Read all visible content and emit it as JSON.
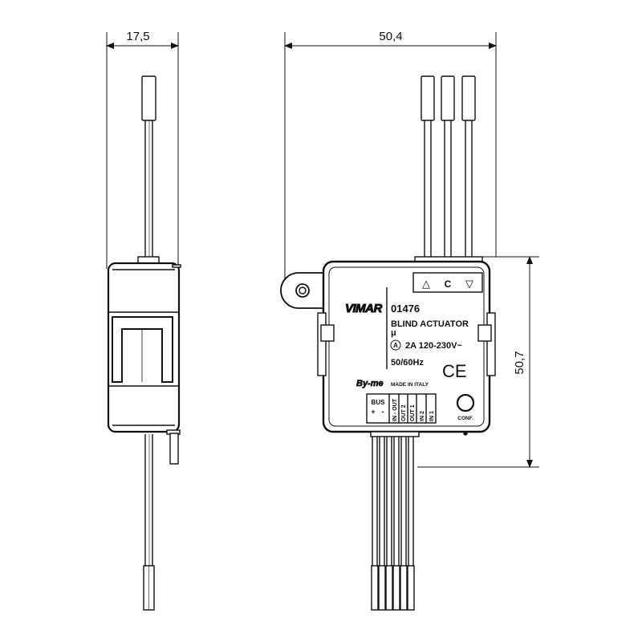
{
  "dimensions": {
    "width_side": "17,5",
    "width_front": "50,4",
    "height_front": "50,7"
  },
  "label": {
    "brand": "VIMAR",
    "code": "01476",
    "product": "BLIND ACTUATOR",
    "micro": "μ",
    "rating_symbol": "A",
    "rating": "2A 120-230V~",
    "frequency": "50/60Hz",
    "ce_mark": "CE",
    "system": "By-me",
    "origin": "MADE IN ITALY",
    "button": "CONF."
  },
  "terminals_top": {
    "up": "△",
    "common": "C",
    "down": "▽"
  },
  "terminals_bottom": {
    "bus_title": "BUS",
    "bus_plus": "+",
    "bus_minus": "-",
    "columns": [
      "IN - OUT",
      "OUT 2",
      "OUT 1",
      "IN 2",
      "IN 1"
    ]
  }
}
